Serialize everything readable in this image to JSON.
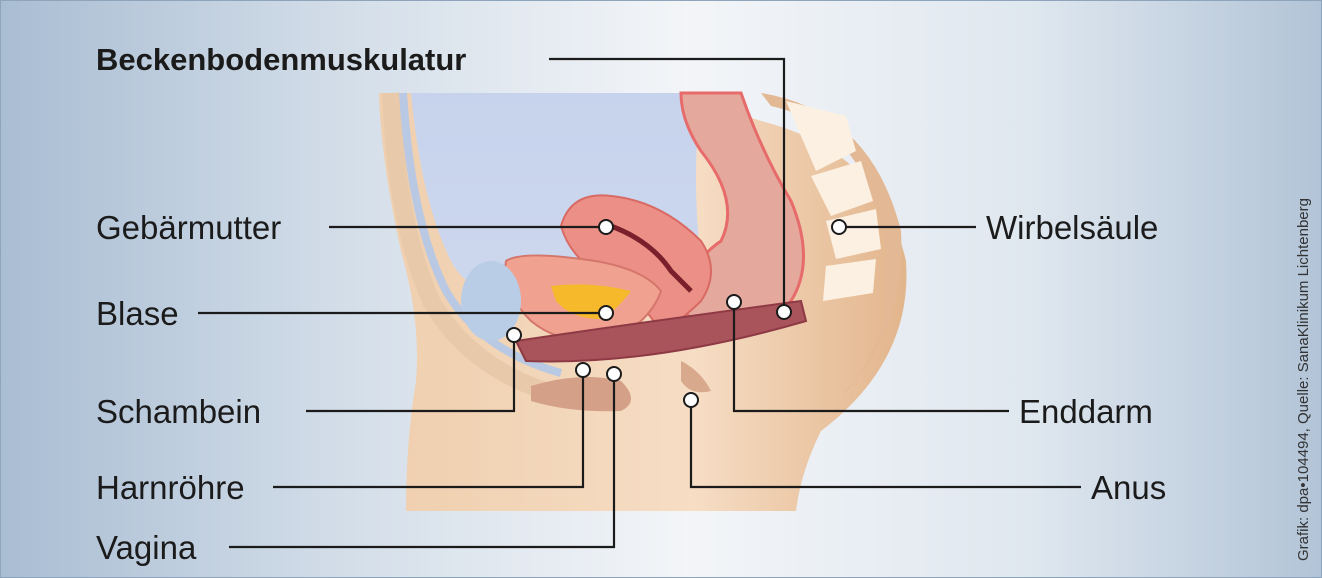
{
  "title": "Beckenbodenmuskulatur",
  "labels": {
    "gebaermutter": "Gebärmutter",
    "blase": "Blase",
    "schambein": "Schambein",
    "harnroehre": "Harnröhre",
    "vagina": "Vagina",
    "wirbelsaeule": "Wirbelsäule",
    "enddarm": "Enddarm",
    "anus": "Anus"
  },
  "credit": "Grafik: dpa•104494, Quelle: SanaKlinikum Lichtenberg"
}
